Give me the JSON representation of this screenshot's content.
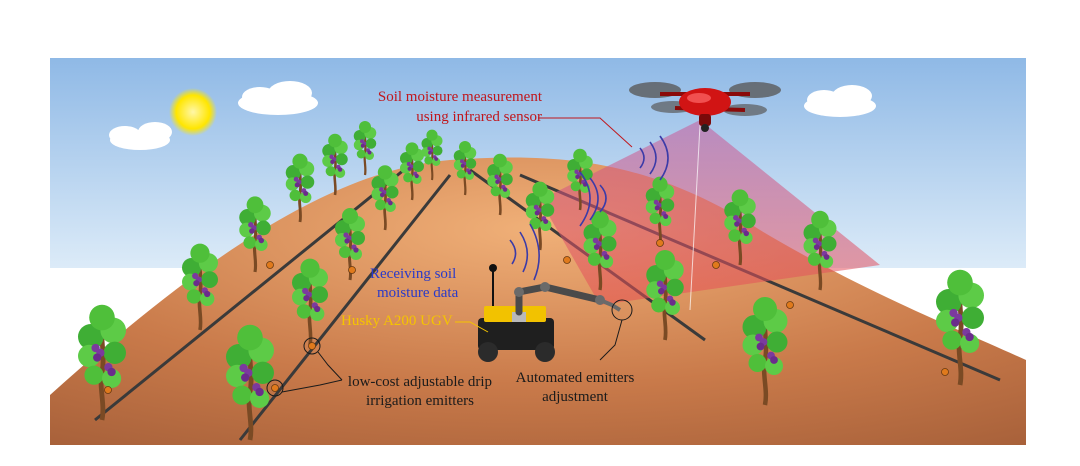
{
  "labels": {
    "soil_moisture_line1": "Soil moisture measurement",
    "soil_moisture_line2": "using infrared sensor",
    "receiving_line1": "Receiving soil",
    "receiving_line2": "moisture data",
    "husky": "Husky A200 UGV",
    "emitters_line1": "low-cost adjustable drip",
    "emitters_line2": "irrigation emitters",
    "automated_line1": "Automated emitters",
    "automated_line2": "adjustment"
  },
  "colors": {
    "sky_top": "#9ec3ea",
    "soil": "#c97a4a",
    "vine_leaf": "#4fbf3a",
    "grape": "#7b3a9e",
    "drone": "#d11414",
    "scan_beam": "#e36a7a",
    "label_red": "#c0171d",
    "label_blue": "#2a3ac9",
    "label_yellow": "#f5c400"
  }
}
